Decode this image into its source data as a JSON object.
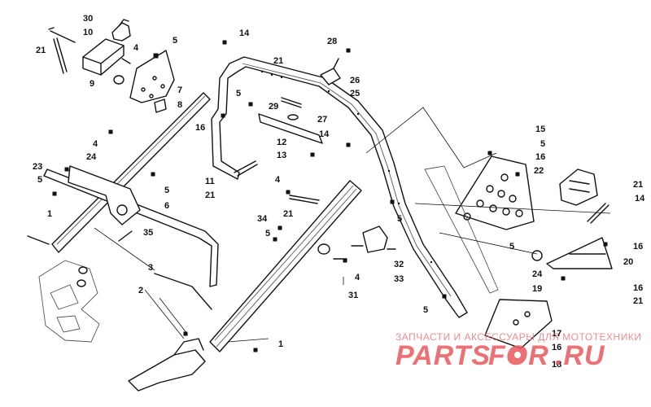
{
  "callouts": [
    {
      "id": "c30a",
      "text": "30"
    },
    {
      "id": "c10",
      "text": "10"
    },
    {
      "id": "c21a",
      "text": "21"
    },
    {
      "id": "c4a",
      "text": "4"
    },
    {
      "id": "c5a",
      "text": "5"
    },
    {
      "id": "c9",
      "text": "9"
    },
    {
      "id": "c7",
      "text": "7"
    },
    {
      "id": "c8",
      "text": "8"
    },
    {
      "id": "c14a",
      "text": "14"
    },
    {
      "id": "c21b",
      "text": "21"
    },
    {
      "id": "c28",
      "text": "28"
    },
    {
      "id": "c26",
      "text": "26"
    },
    {
      "id": "c25",
      "text": "25"
    },
    {
      "id": "c5b",
      "text": "5"
    },
    {
      "id": "c29",
      "text": "29"
    },
    {
      "id": "c27",
      "text": "27"
    },
    {
      "id": "c16a",
      "text": "16"
    },
    {
      "id": "c12",
      "text": "12"
    },
    {
      "id": "c14b",
      "text": "14"
    },
    {
      "id": "c13",
      "text": "13"
    },
    {
      "id": "c15",
      "text": "15"
    },
    {
      "id": "c5c",
      "text": "5"
    },
    {
      "id": "c16b",
      "text": "16"
    },
    {
      "id": "c22",
      "text": "22"
    },
    {
      "id": "c21c",
      "text": "21"
    },
    {
      "id": "c14c",
      "text": "14"
    },
    {
      "id": "c4b",
      "text": "4"
    },
    {
      "id": "c24a",
      "text": "24"
    },
    {
      "id": "c23",
      "text": "23"
    },
    {
      "id": "c5d",
      "text": "5"
    },
    {
      "id": "c5e",
      "text": "5"
    },
    {
      "id": "c6",
      "text": "6"
    },
    {
      "id": "c11",
      "text": "11"
    },
    {
      "id": "c21d",
      "text": "21"
    },
    {
      "id": "c4c",
      "text": "4"
    },
    {
      "id": "c21e",
      "text": "21"
    },
    {
      "id": "c1a",
      "text": "1"
    },
    {
      "id": "c35",
      "text": "35"
    },
    {
      "id": "c34",
      "text": "34"
    },
    {
      "id": "c5f",
      "text": "5"
    },
    {
      "id": "c5g",
      "text": "5"
    },
    {
      "id": "c5h",
      "text": "5"
    },
    {
      "id": "c16c",
      "text": "16"
    },
    {
      "id": "c24b",
      "text": "24"
    },
    {
      "id": "c20",
      "text": "20"
    },
    {
      "id": "c16d",
      "text": "16"
    },
    {
      "id": "c21f",
      "text": "21"
    },
    {
      "id": "c19",
      "text": "19"
    },
    {
      "id": "c3",
      "text": "3"
    },
    {
      "id": "c32",
      "text": "32"
    },
    {
      "id": "c2",
      "text": "2"
    },
    {
      "id": "c4d",
      "text": "4"
    },
    {
      "id": "c33",
      "text": "33"
    },
    {
      "id": "c31",
      "text": "31"
    },
    {
      "id": "c5i",
      "text": "5"
    },
    {
      "id": "c1b",
      "text": "1"
    },
    {
      "id": "c17",
      "text": "17"
    },
    {
      "id": "c16e",
      "text": "16"
    },
    {
      "id": "c18",
      "text": "18"
    }
  ],
  "watermark": {
    "line1": "ЗАПЧАСТИ И АКСЕССУАРЫ ДЛЯ МОТОТЕХНИКИ",
    "line2_a": "PARTS",
    "line2_b": "FOR",
    "line2_c": ".RU",
    "color": "#e8595c"
  }
}
